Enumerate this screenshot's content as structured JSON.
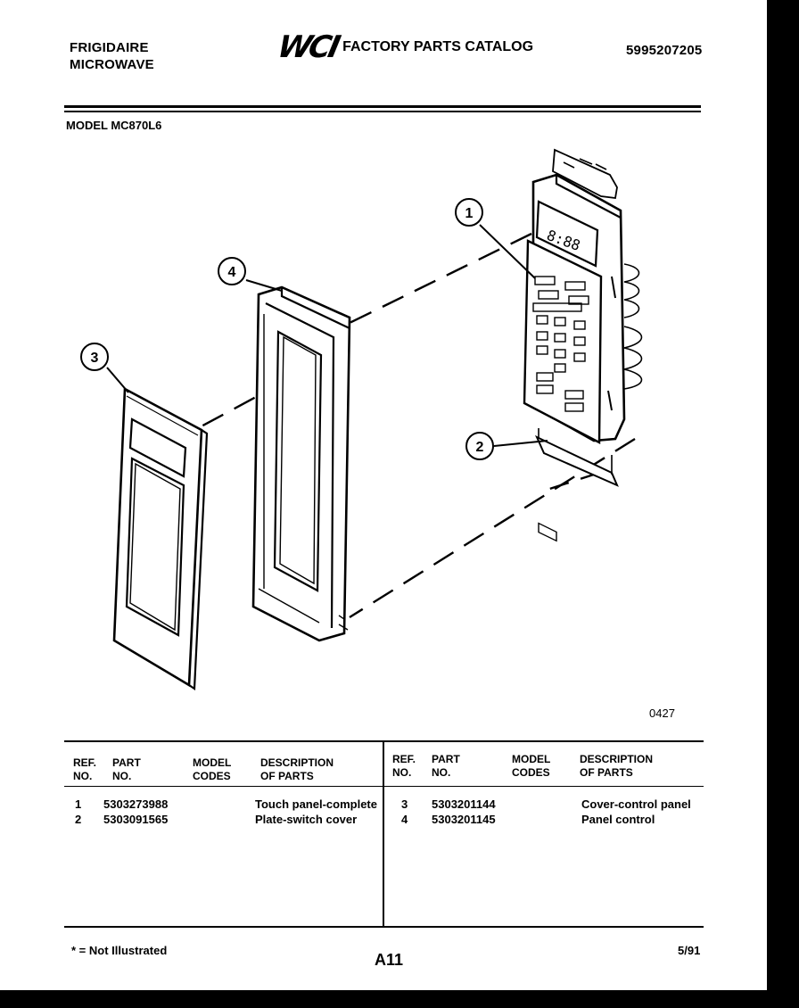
{
  "header": {
    "brand_line1": "FRIGIDAIRE",
    "brand_line2": "MICROWAVE",
    "logo_text": "WCI",
    "catalog_title": "FACTORY PARTS CATALOG",
    "catalog_number": "5995207205"
  },
  "model_label": "MODEL MC870L6",
  "diagram": {
    "callouts": [
      "1",
      "2",
      "3",
      "4"
    ],
    "display_readout": "8:88",
    "figure_number": "0427"
  },
  "table": {
    "headers": {
      "ref": [
        "REF.",
        "NO."
      ],
      "part": [
        "PART",
        "NO."
      ],
      "codes": [
        "MODEL",
        "CODES"
      ],
      "desc": [
        "DESCRIPTION",
        "OF PARTS"
      ]
    },
    "left_rows": [
      {
        "ref": "1",
        "part": "5303273988",
        "codes": "",
        "desc": "Touch panel-complete"
      },
      {
        "ref": "2",
        "part": "5303091565",
        "codes": "",
        "desc": "Plate-switch cover"
      }
    ],
    "right_rows": [
      {
        "ref": "3",
        "part": "5303201144",
        "codes": "",
        "desc": "Cover-control panel"
      },
      {
        "ref": "4",
        "part": "5303201145",
        "codes": "",
        "desc": "Panel control"
      }
    ]
  },
  "footer": {
    "note": "* = Not Illustrated",
    "page": "A11",
    "date": "5/91"
  }
}
